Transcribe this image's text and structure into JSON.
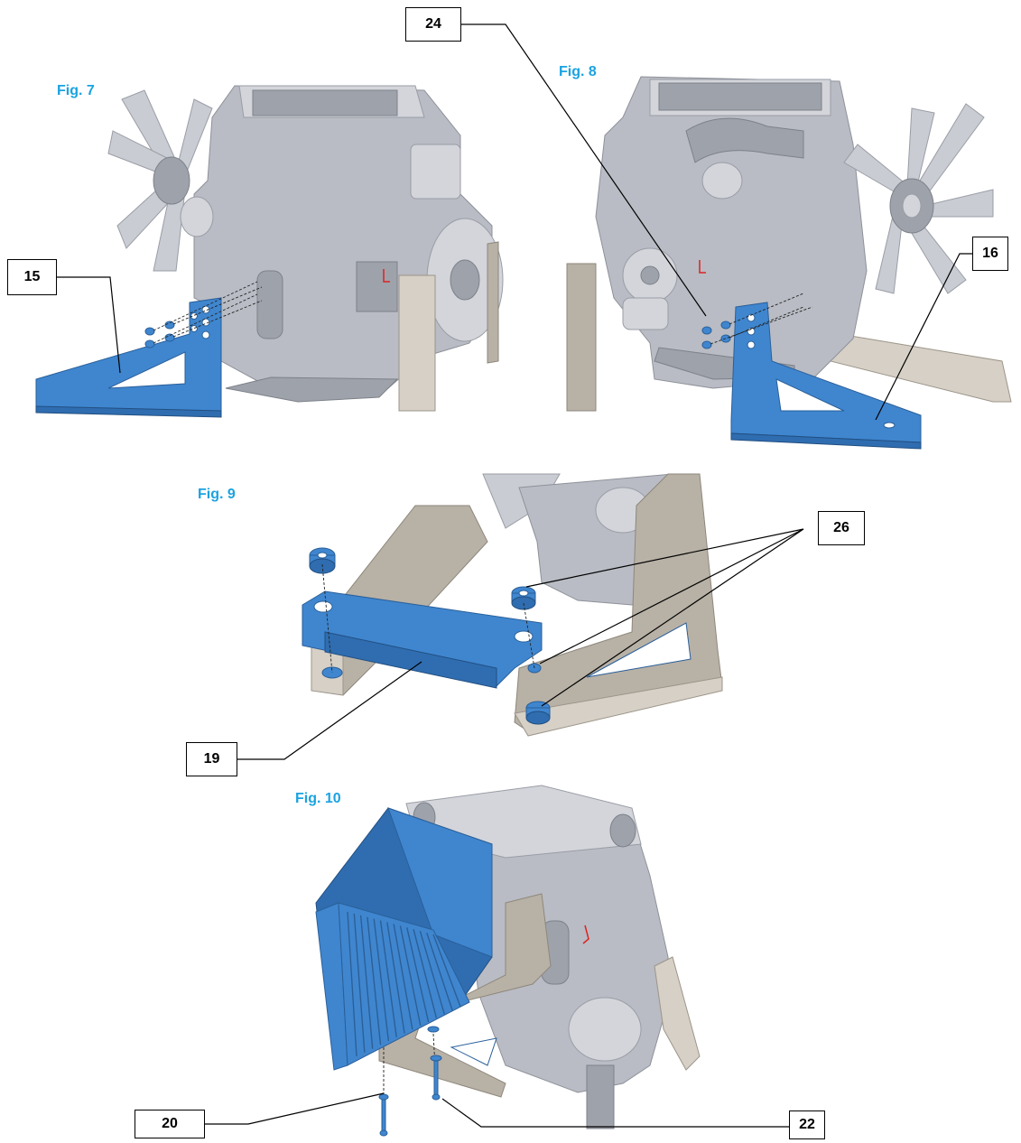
{
  "figures": {
    "fig7": "Fig. 7",
    "fig8": "Fig. 8",
    "fig9": "Fig. 9",
    "fig10": "Fig. 10"
  },
  "callouts": {
    "c15": "15",
    "c16": "16",
    "c19": "19",
    "c20": "20",
    "c22": "22",
    "c24": "24",
    "c26": "26"
  },
  "colors": {
    "figure_title": "#1ba3e0",
    "highlighted_part": "#3f86cf",
    "engine": "#b9bcc4",
    "frame": "#b8b1a6"
  }
}
